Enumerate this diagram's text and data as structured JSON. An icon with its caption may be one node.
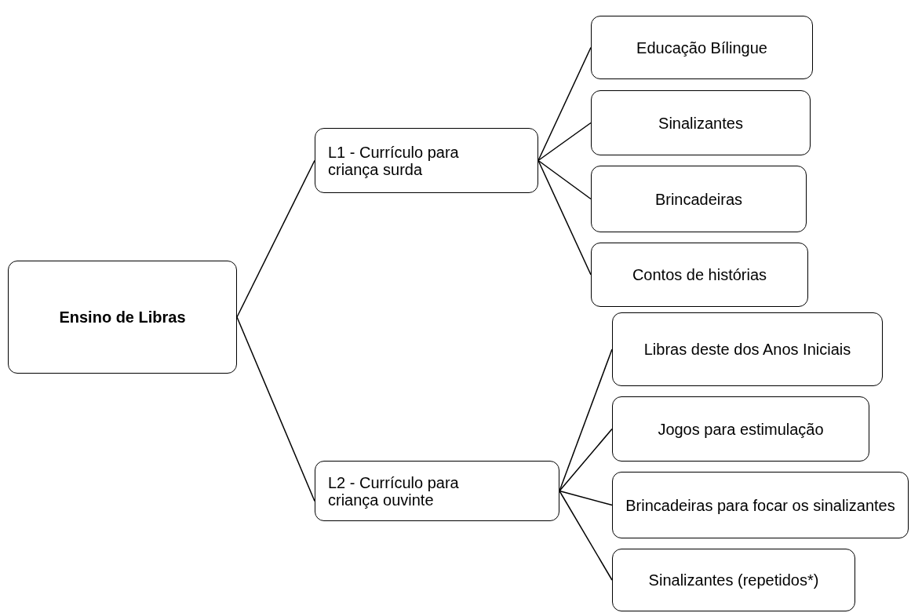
{
  "diagram": {
    "nodes": [
      {
        "text": [
          "Ensino de Libras"
        ]
      },
      {
        "text": [
          "L1 - Currículo para criança surda"
        ]
      },
      {
        "text": [
          "Educação Bílingue"
        ]
      },
      {
        "text": [
          "Sinalizantes"
        ]
      },
      {
        "text": [
          "Brincadeiras"
        ]
      },
      {
        "text": [
          "Contos de histórias"
        ]
      },
      {
        "text": [
          "L2 - Currículo para criança ouvinte"
        ]
      },
      {
        "text": [
          "Libras deste dos Anos Iniciais"
        ]
      },
      {
        "text": [
          "Jogos para estimulação"
        ]
      },
      {
        "text": [
          "Brincadeiras para focar os sinalizantes"
        ]
      },
      {
        "text": [
          "Sinalizantes (repetidos*)"
        ]
      }
    ],
    "edges": [
      {
        "from": 0,
        "to": 1,
        "arrow": "none"
      },
      {
        "from": 0,
        "to": 6,
        "arrow": "none"
      },
      {
        "from": 1,
        "to": 2,
        "arrow": "none"
      },
      {
        "from": 1,
        "to": 3,
        "arrow": "none"
      },
      {
        "from": 1,
        "to": 4,
        "arrow": "none"
      },
      {
        "from": 1,
        "to": 5,
        "arrow": "none"
      },
      {
        "from": 6,
        "to": 7,
        "arrow": "none"
      },
      {
        "from": 6,
        "to": 8,
        "arrow": "none"
      },
      {
        "from": 6,
        "to": 9,
        "arrow": "none"
      },
      {
        "from": 6,
        "to": 10,
        "arrow": "none"
      }
    ]
  }
}
